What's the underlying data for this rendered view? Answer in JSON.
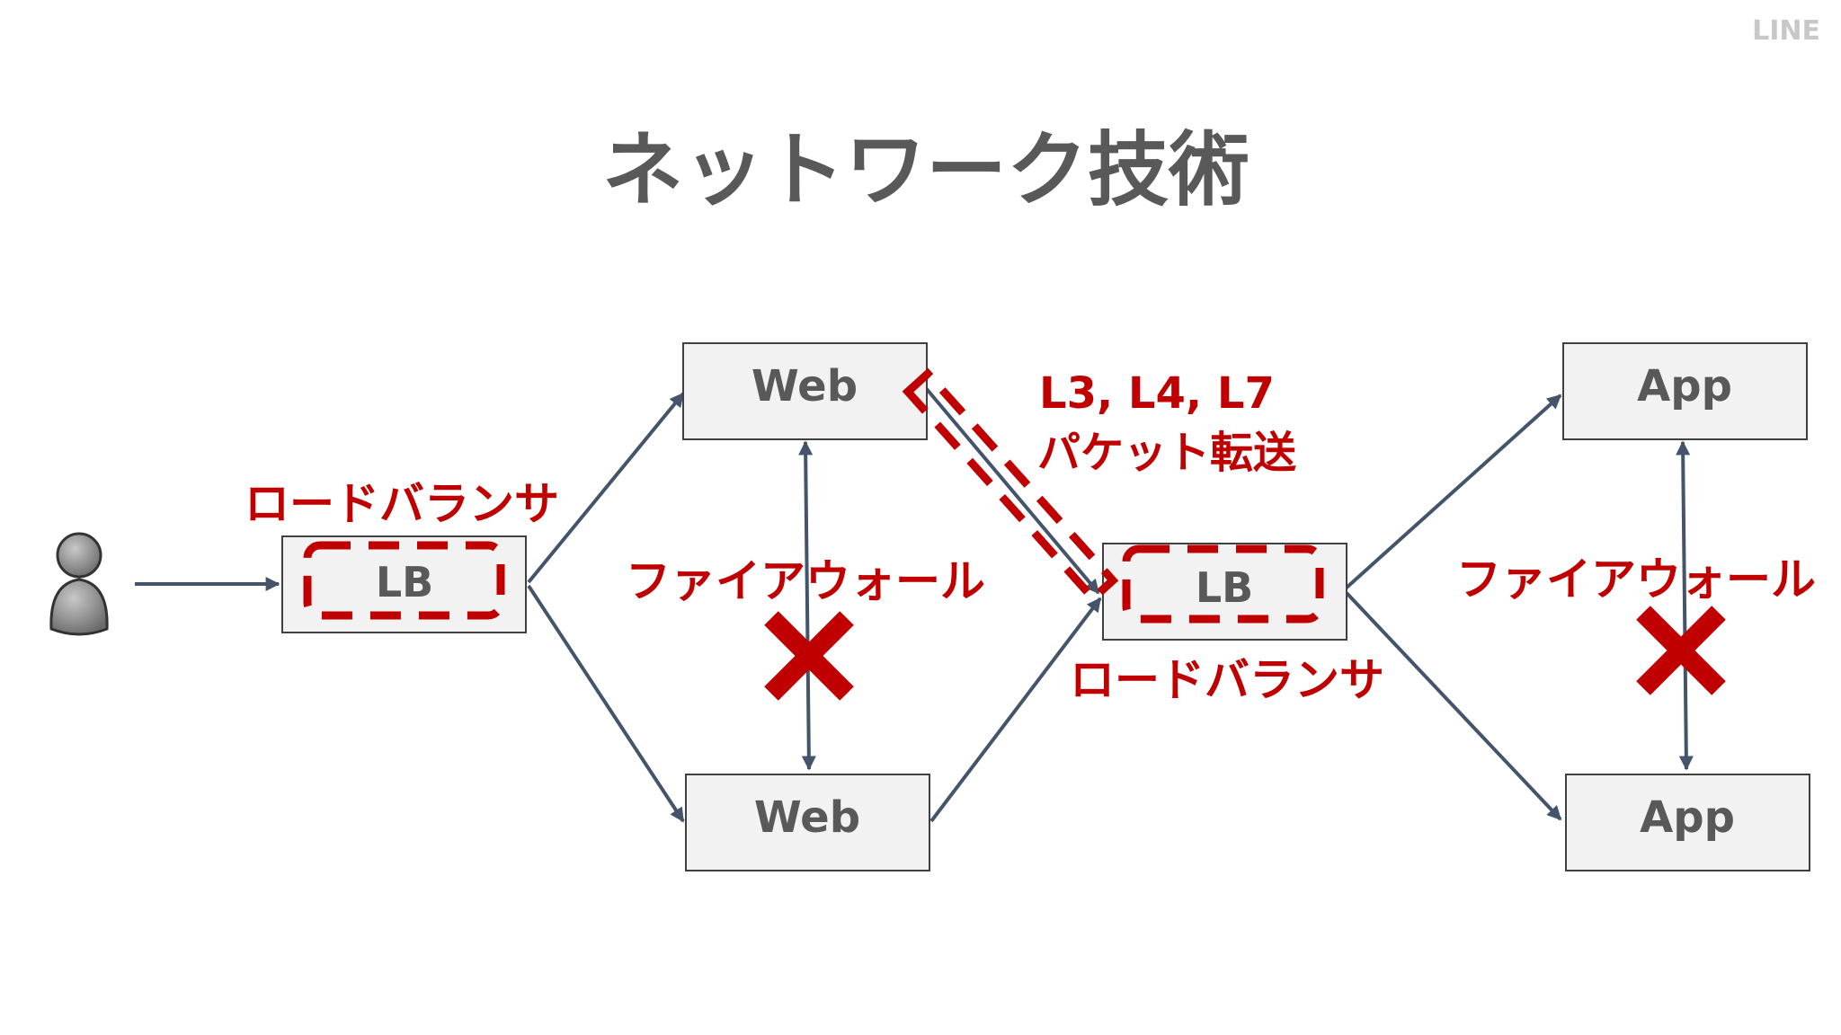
{
  "slide": {
    "title": "ネットワーク技術",
    "logo": "LINE"
  },
  "nodes": {
    "lb_left": "LB",
    "web_top": "Web",
    "web_bottom": "Web",
    "lb_center": "LB",
    "app_top": "App",
    "app_bottom": "App"
  },
  "labels": {
    "lb_left_caption": "ロードバランサ",
    "lb_center_caption": "ロードバランサ",
    "firewall_left": "ファイアウォール",
    "firewall_right": "ファイアウォール",
    "protocol_line1": "L3, L4, L7",
    "protocol_line2": "パケット転送"
  },
  "icons": {
    "user": "user-icon",
    "blocked": "cross-icon"
  },
  "colors": {
    "accent_red": "#c00000",
    "arrow": "#44546a",
    "text_gray": "#595959",
    "box_fill": "#f2f2f2"
  }
}
